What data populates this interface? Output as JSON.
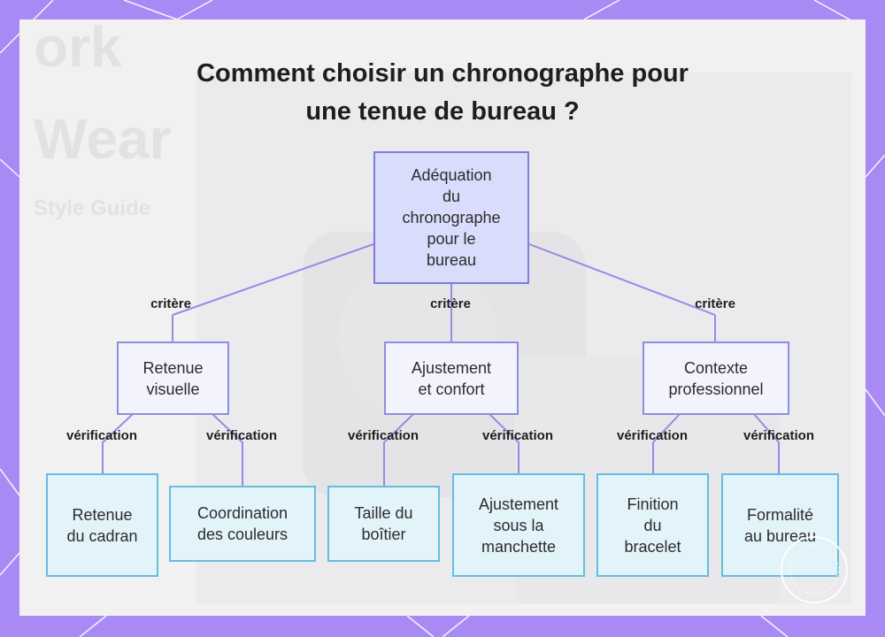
{
  "diagram": {
    "title_line1": "Comment choisir un chronographe pour",
    "title_line2": "une tenue de bureau ?",
    "root": {
      "label": "Adéquation du chronographe pour le bureau"
    },
    "criteria": [
      {
        "edge_label": "critère",
        "label": "Retenue visuelle"
      },
      {
        "edge_label": "critère",
        "label": "Ajustement et confort"
      },
      {
        "edge_label": "critère",
        "label": "Contexte professionnel"
      }
    ],
    "checks": [
      {
        "edge_label": "vérification",
        "label": "Retenue du cadran"
      },
      {
        "edge_label": "vérification",
        "label": "Coordination des couleurs"
      },
      {
        "edge_label": "vérification",
        "label": "Taille du boîtier"
      },
      {
        "edge_label": "vérification",
        "label": "Ajustement sous la manchette"
      },
      {
        "edge_label": "vérification",
        "label": "Finition du bracelet"
      },
      {
        "edge_label": "vérification",
        "label": "Formalité au bureau"
      }
    ],
    "colors": {
      "frame": "#a98af5",
      "connector": "#9b88e6",
      "root_fill": "#d9dcfb",
      "criteria_fill": "#f2f3fd",
      "check_fill": "#e3f3fa",
      "check_border": "#63bedf"
    }
  },
  "background": {
    "word1": "ork",
    "word2": "Wear",
    "subtitle": "Style Guide"
  }
}
